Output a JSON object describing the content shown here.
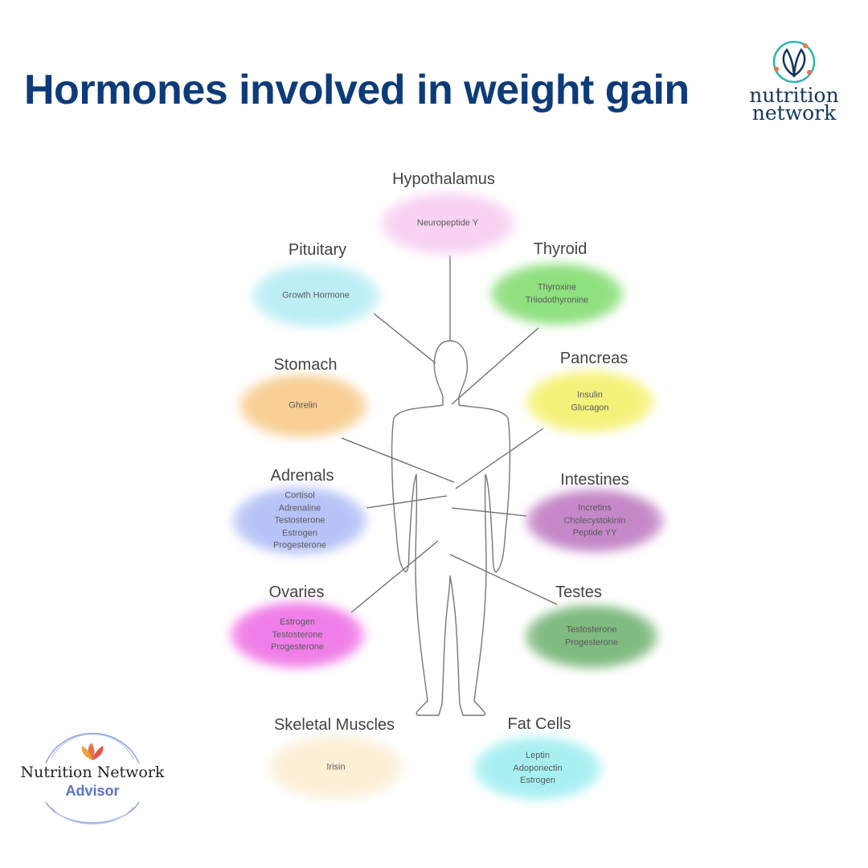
{
  "title": "Hormones involved in weight gain",
  "brand": {
    "line1": "nutrition",
    "line2": "network",
    "icon": "leaf-circle-icon"
  },
  "advisor": {
    "line1": "Nutrition Network",
    "line2": "Advisor",
    "icon": "leaf-badge-icon"
  },
  "colors": {
    "title": "#0d3b7a",
    "brand": "#14365e",
    "accent_teal": "#2fb3b0",
    "accent_orange": "#e8734a"
  },
  "organs": [
    {
      "name": "Hypothalamus",
      "hormones": [
        "Neuropeptide Y"
      ],
      "color": "#f7d2f2"
    },
    {
      "name": "Pituitary",
      "hormones": [
        "Growth Hormone"
      ],
      "color": "#bdeef5"
    },
    {
      "name": "Thyroid",
      "hormones": [
        "Thyroxine",
        "Triiodothyronine"
      ],
      "color": "#8fe07f"
    },
    {
      "name": "Stomach",
      "hormones": [
        "Ghrelin"
      ],
      "color": "#f8cf94"
    },
    {
      "name": "Pancreas",
      "hormones": [
        "Insulin",
        "Glucagon"
      ],
      "color": "#f4f27a"
    },
    {
      "name": "Adrenals",
      "hormones": [
        "Cortisol",
        "Adrenaline",
        "Testosterone",
        "Estrogen",
        "Progesterone"
      ],
      "color": "#b7c3f7"
    },
    {
      "name": "Intestines",
      "hormones": [
        "Incretins",
        "Cholecystokinin",
        "Peptide YY"
      ],
      "color": "#c487c8"
    },
    {
      "name": "Ovaries",
      "hormones": [
        "Estrogen",
        "Testosterone",
        "Progesterone"
      ],
      "color": "#f07ee8"
    },
    {
      "name": "Testes",
      "hormones": [
        "Testosterone",
        "Progesterone"
      ],
      "color": "#7fba7f"
    },
    {
      "name": "Skeletal Muscles",
      "hormones": [
        "Irisin"
      ],
      "color": "#fbefd6"
    },
    {
      "name": "Fat Cells",
      "hormones": [
        "Leptin",
        "Adoponectin",
        "Estrogen"
      ],
      "color": "#a8eff2"
    }
  ]
}
